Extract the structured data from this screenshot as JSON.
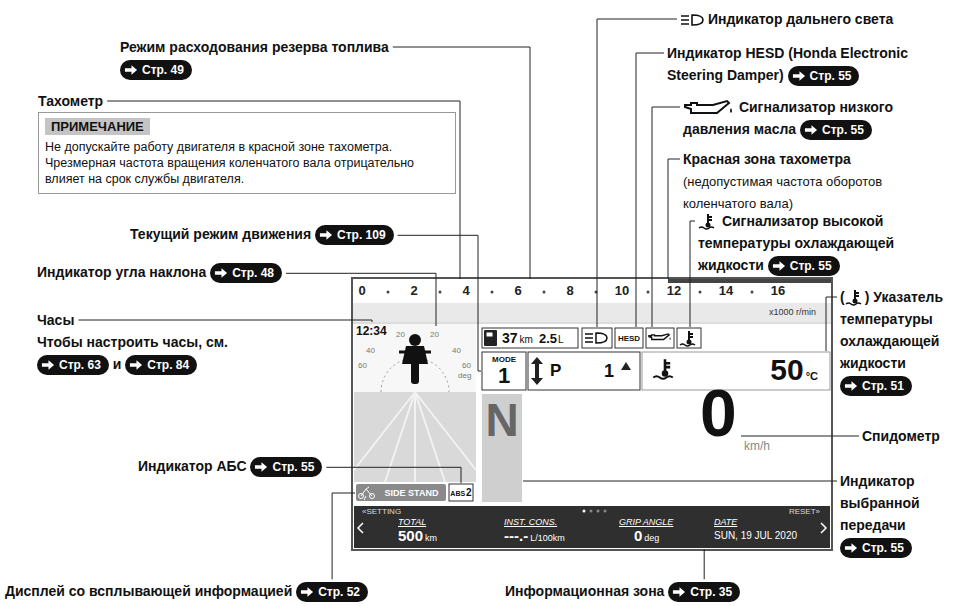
{
  "diagram": {
    "nodes": [
      {
        "text": [
          "Стр. 49"
        ]
      },
      {
        "text": [
          "Стр. 55"
        ]
      },
      {
        "text": [
          "ПРИМЕЧАНИЕ",
          "Не допускайте работу двигателя в красной зоне тахометра. Чрезмерная частота вращения коленчатого вала отрицательно влияет на срок службы двигателя."
        ]
      },
      {
        "text": [
          "Стр. 55"
        ]
      },
      {
        "text": [
          "Стр. 109"
        ]
      },
      {
        "text": [
          "Стр. 55"
        ]
      },
      {
        "text": [
          "Стр. 48"
        ]
      },
      {
        "text": [
          "Стр. 63"
        ]
      },
      {
        "text": [
          "Стр. 84"
        ]
      },
      {
        "text": [
          "Стр. 51"
        ]
      },
      {
        "text": [
          "0",
          "2",
          "4",
          "6",
          "8",
          "10",
          "12",
          "14",
          "16",
          "x1000 r/min",
          "12:34",
          "20",
          "40",
          "60",
          "20",
          "40",
          "60",
          "deg",
          "0",
          "km/h"
        ]
      },
      {
        "text": [
          "37",
          "km",
          "2.5",
          "L"
        ],
        "in": 10
      },
      {
        "text": [
          "HESD"
        ],
        "in": 10
      },
      {
        "text": [
          "MODE",
          "1"
        ],
        "in": 10
      },
      {
        "text": [
          "P",
          "1"
        ],
        "in": 10
      },
      {
        "text": [
          "50",
          "°C"
        ],
        "in": 10
      },
      {
        "text": [
          "N"
        ],
        "in": 10
      },
      {
        "text": [
          "Стр. 55"
        ]
      },
      {
        "text": [
          "SIDE STAND"
        ],
        "in": 10
      },
      {
        "text": [
          "ABS",
          "2"
        ],
        "in": 10
      },
      {
        "text": [
          "«SETTING",
          "RESET»",
          "TOTAL",
          "500",
          "km",
          "INST. CONS.",
          "---.-",
          "L/100km",
          "GRIP ANGLE",
          "0",
          "deg",
          "DATE",
          "SUN, 19 JUL 2020"
        ],
        "in": 10
      },
      {
        "text": [
          "Стр. 52"
        ]
      },
      {
        "text": [
          "Стр. 35"
        ]
      },
      {
        "text": [
          "Стр. 55"
        ]
      }
    ],
    "labels": [
      "Индикатор дальнего света",
      "Режим расходования резерва топлива",
      "Индикатор HESD (Honda Electronic Steering Damper)",
      "Тахометр",
      "Сигнализатор низкого давления масла",
      "Красная зона тахометра",
      "(недопустимая частота оборотов коленчатого вала)",
      "Текущий режим движения",
      "Сигнализатор высокой температуры охлаждающей жидкости",
      "Индикатор угла наклона",
      "(",
      ")",
      "Указатель температуры охлаждающей жидкости",
      "Часы",
      "Чтобы настроить часы, см.",
      "и",
      "Спидометр",
      "Индикатор АБС",
      "Индикатор выбранной передачи",
      "Дисплей со всплывающей информацией",
      "Информационная зона"
    ]
  }
}
